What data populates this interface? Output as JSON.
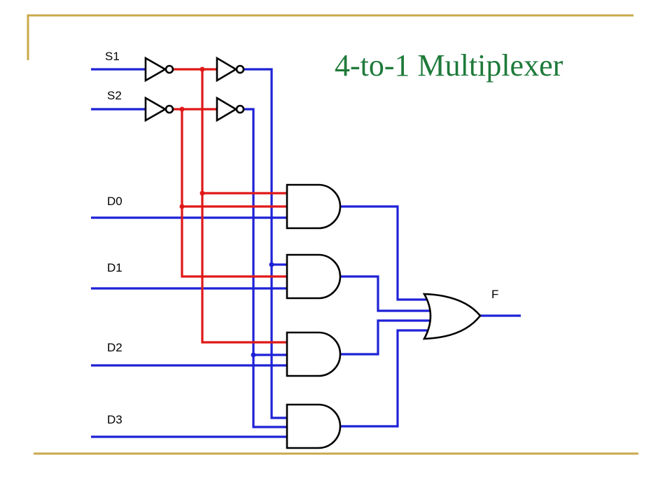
{
  "title": "4-to-1 Multiplexer",
  "inputs": {
    "s1": "S1",
    "s2": "S2",
    "d0": "D0",
    "d1": "D1",
    "d2": "D2",
    "d3": "D3"
  },
  "output": "F",
  "colors": {
    "title": "#1e7a3a",
    "signal_wire": "#1e22d6",
    "inverted_wire": "#e01818",
    "frame": "#c8aa4a",
    "gate_outline": "#000000"
  }
}
